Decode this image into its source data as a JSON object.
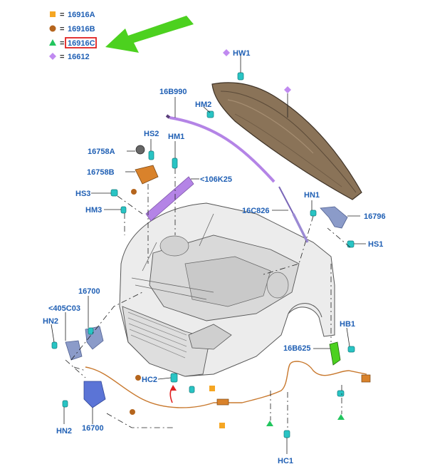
{
  "legend": [
    {
      "symbol": "square",
      "color": "#f5a623",
      "eq": "=",
      "label": "16916A"
    },
    {
      "symbol": "circle",
      "color": "#b5651d",
      "eq": "=",
      "label": "16916B"
    },
    {
      "symbol": "triangle",
      "color": "#22c55e",
      "eq": "=",
      "label": "16916C",
      "highlighted": true
    },
    {
      "symbol": "diamond",
      "color": "#c08af0",
      "eq": "=",
      "label": "16612"
    }
  ],
  "colors": {
    "label_blue": "#1f5fb4",
    "highlight_red": "#e02020",
    "arrow_green": "#4cd11f",
    "hood": "#8a7358",
    "fastener": "#29c4c4",
    "bracket": "#8b9bc9",
    "insulator_purple": "#b484e6",
    "wire": "#c8782d"
  },
  "labels": {
    "hw1": "HW1",
    "b990": "16B990",
    "hm2": "HM2",
    "hs2": "HS2",
    "hm1": "HM1",
    "a758": "16758A",
    "b758": "16758B",
    "k25": "<106K25",
    "hs3": "HS3",
    "hm3": "HM3",
    "c826": "16C826",
    "hn1": "HN1",
    "p16796": "16796",
    "hs1": "HS1",
    "p16700_top": "16700",
    "c03": "<405C03",
    "hn2_top": "HN2",
    "hb1": "HB1",
    "b625": "16B625",
    "hc2": "HC2",
    "hn2_bottom": "HN2",
    "p16700_bottom": "16700",
    "hc1": "HC1"
  }
}
